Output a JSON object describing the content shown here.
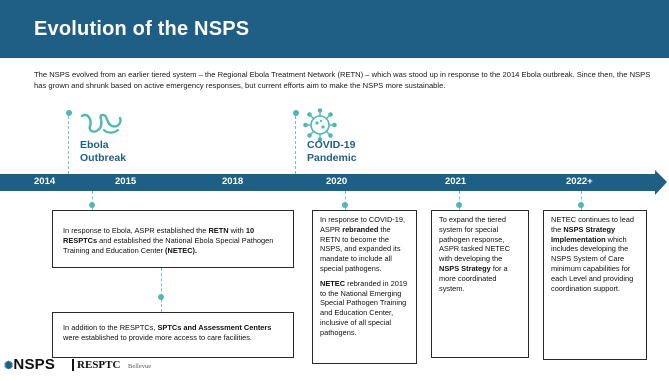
{
  "title": "Evolution of the NSPS",
  "intro": "The NSPS evolved from an earlier tiered system – the Regional Ebola Treatment Network (RETN) – which was stood up in response to the 2014 Ebola outbreak. Since then, the NSPS has grown and shrunk based on active emergency responses, but current efforts aim to make the NSPS more sustainable.",
  "years": [
    "2014",
    "2015",
    "2018",
    "2020",
    "2021",
    "2022+"
  ],
  "events": {
    "ebola": {
      "line1": "Ebola",
      "line2": "Outbreak",
      "icon": "ebola-virus-icon"
    },
    "covid": {
      "line1": "COVID-19",
      "line2": "Pandemic",
      "icon": "coronavirus-icon"
    }
  },
  "boxes": {
    "ebola_retn": {
      "t1": "In response to Ebola, ASPR established the ",
      "b1": "RETN",
      "t2": " with ",
      "b2": "10 RESPTCs",
      "t3": " and established the National Ebola Special Pathogen Training and Education Center ",
      "b3": "(NETEC)."
    },
    "sptcs": {
      "t1": "In addition to the RESPTCs, ",
      "b1": "SPTCs and Assessment Centers",
      "t2": " were established to provide more access to care facilities."
    },
    "covid": {
      "t1": "In response to COVID-19, ASPR ",
      "b1": "rebranded",
      "t2": " the RETN to become the NSPS, and expanded its mandate to include all special pathogens.",
      "b2": "NETEC",
      "t3": " rebranded in 2019 to the National Emerging Special Pathogen Training and Education Center, inclusive of all special pathogens."
    },
    "strategy": {
      "t1": "To expand the tiered system for special pathogen response, ASPR tasked NETEC with developing the ",
      "b1": "NSPS Strategy",
      "t2": " for a more coordinated system."
    },
    "implementation": {
      "t1": "NETEC continues to lead the ",
      "b1": "NSPS Strategy Implementation",
      "t2": " which includes developing the NSPS System of Care minimum capabilities for each Level and providing coordination support."
    }
  },
  "logos": {
    "nsps": "NSPS",
    "resptc": "RESPTC",
    "bellevue": "Bellevue"
  },
  "colors": {
    "header": "#1f5f86",
    "accent": "#4fb7b4",
    "label": "#1f5f86"
  }
}
